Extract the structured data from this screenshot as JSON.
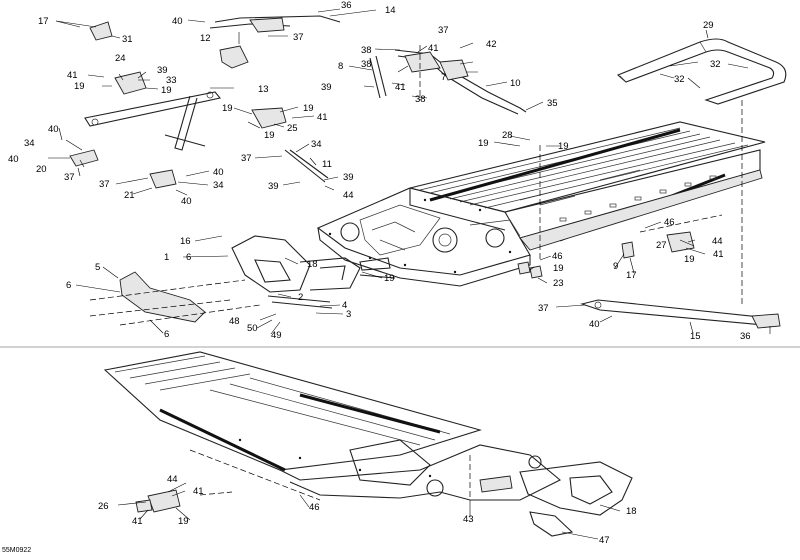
{
  "reference_code": "55M0922",
  "callouts": [
    {
      "id": "c-17a",
      "label": "17"
    },
    {
      "id": "c-31",
      "label": "31"
    },
    {
      "id": "c-40a",
      "label": "40"
    },
    {
      "id": "c-36a",
      "label": "36"
    },
    {
      "id": "c-14",
      "label": "14"
    },
    {
      "id": "c-37a",
      "label": "37"
    },
    {
      "id": "c-12",
      "label": "12"
    },
    {
      "id": "c-37b",
      "label": "37"
    },
    {
      "id": "c-29",
      "label": "29"
    },
    {
      "id": "c-24",
      "label": "24"
    },
    {
      "id": "c-39a",
      "label": "39"
    },
    {
      "id": "c-41a",
      "label": "41"
    },
    {
      "id": "c-33",
      "label": "33"
    },
    {
      "id": "c-19a",
      "label": "19"
    },
    {
      "id": "c-19b",
      "label": "19"
    },
    {
      "id": "c-13",
      "label": "13"
    },
    {
      "id": "c-38a",
      "label": "38"
    },
    {
      "id": "c-41b",
      "label": "41"
    },
    {
      "id": "c-42",
      "label": "42"
    },
    {
      "id": "c-8",
      "label": "8"
    },
    {
      "id": "c-38b",
      "label": "38"
    },
    {
      "id": "c-7",
      "label": "7"
    },
    {
      "id": "c-32a",
      "label": "32"
    },
    {
      "id": "c-32b",
      "label": "32"
    },
    {
      "id": "c-39b",
      "label": "39"
    },
    {
      "id": "c-41c",
      "label": "41"
    },
    {
      "id": "c-38c",
      "label": "38"
    },
    {
      "id": "c-10",
      "label": "10"
    },
    {
      "id": "c-35",
      "label": "35"
    },
    {
      "id": "c-19c",
      "label": "19"
    },
    {
      "id": "c-19d",
      "label": "19"
    },
    {
      "id": "c-41d",
      "label": "41"
    },
    {
      "id": "c-25",
      "label": "25"
    },
    {
      "id": "c-19e",
      "label": "19"
    },
    {
      "id": "c-40b",
      "label": "40"
    },
    {
      "id": "c-34a",
      "label": "34"
    },
    {
      "id": "c-40c",
      "label": "40"
    },
    {
      "id": "c-20",
      "label": "20"
    },
    {
      "id": "c-37c",
      "label": "37"
    },
    {
      "id": "c-28",
      "label": "28"
    },
    {
      "id": "c-19f",
      "label": "19"
    },
    {
      "id": "c-19g",
      "label": "19"
    },
    {
      "id": "c-34b",
      "label": "34"
    },
    {
      "id": "c-37d",
      "label": "37"
    },
    {
      "id": "c-11",
      "label": "11"
    },
    {
      "id": "c-39c",
      "label": "39"
    },
    {
      "id": "c-39d",
      "label": "39"
    },
    {
      "id": "c-44a",
      "label": "44"
    },
    {
      "id": "c-40d",
      "label": "40"
    },
    {
      "id": "c-37e",
      "label": "37"
    },
    {
      "id": "c-34c",
      "label": "34"
    },
    {
      "id": "c-21",
      "label": "21"
    },
    {
      "id": "c-40e",
      "label": "40"
    },
    {
      "id": "c-16",
      "label": "16"
    },
    {
      "id": "c-1",
      "label": "1"
    },
    {
      "id": "c-6a",
      "label": "6"
    },
    {
      "id": "c-18a",
      "label": "18"
    },
    {
      "id": "c-5",
      "label": "5"
    },
    {
      "id": "c-6b",
      "label": "6"
    },
    {
      "id": "c-19h",
      "label": "19"
    },
    {
      "id": "c-2",
      "label": "2"
    },
    {
      "id": "c-4",
      "label": "4"
    },
    {
      "id": "c-48",
      "label": "48"
    },
    {
      "id": "c-3",
      "label": "3"
    },
    {
      "id": "c-50",
      "label": "50"
    },
    {
      "id": "c-49",
      "label": "49"
    },
    {
      "id": "c-6c",
      "label": "6"
    },
    {
      "id": "c-46a",
      "label": "46"
    },
    {
      "id": "c-44b",
      "label": "44"
    },
    {
      "id": "c-27",
      "label": "27"
    },
    {
      "id": "c-41e",
      "label": "41"
    },
    {
      "id": "c-46b",
      "label": "46"
    },
    {
      "id": "c-19i",
      "label": "19"
    },
    {
      "id": "c-9",
      "label": "9"
    },
    {
      "id": "c-19j",
      "label": "19"
    },
    {
      "id": "c-17b",
      "label": "17"
    },
    {
      "id": "c-23",
      "label": "23"
    },
    {
      "id": "c-37f",
      "label": "37"
    },
    {
      "id": "c-40f",
      "label": "40"
    },
    {
      "id": "c-15",
      "label": "15"
    },
    {
      "id": "c-36b",
      "label": "36"
    },
    {
      "id": "c-44c",
      "label": "44"
    },
    {
      "id": "c-26",
      "label": "26"
    },
    {
      "id": "c-41f",
      "label": "41"
    },
    {
      "id": "c-41g",
      "label": "41"
    },
    {
      "id": "c-19k",
      "label": "19"
    },
    {
      "id": "c-46c",
      "label": "46"
    },
    {
      "id": "c-43",
      "label": "43"
    },
    {
      "id": "c-18b",
      "label": "18"
    },
    {
      "id": "c-47",
      "label": "47"
    }
  ]
}
